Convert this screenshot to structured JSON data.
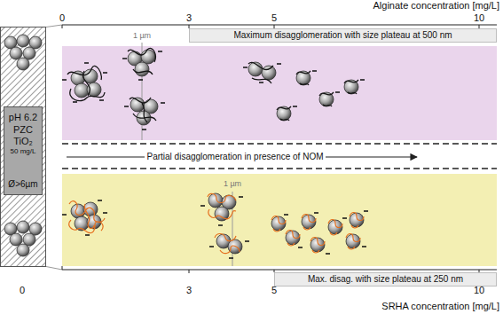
{
  "diagram": {
    "nodes": [
      {
        "text": [
          "Maximum disagglomeration with size plateau at 500 nm"
        ]
      },
      {
        "text": [
          "pH 6.2",
          "PZC",
          "TiO₂",
          "50 mg/L",
          "Ø>6µm"
        ]
      },
      {
        "text": [
          "Max. disag. with size plateau at 250 nm"
        ]
      }
    ],
    "labels": [
      "Alginate concentration [mg/L]",
      "0",
      "3",
      "5",
      "10",
      "1 µm",
      "Partial disagglomeration in presence of NOM",
      "1 µm",
      "0",
      "3",
      "5",
      "10",
      "SRHA concentration [mg/L]"
    ]
  }
}
